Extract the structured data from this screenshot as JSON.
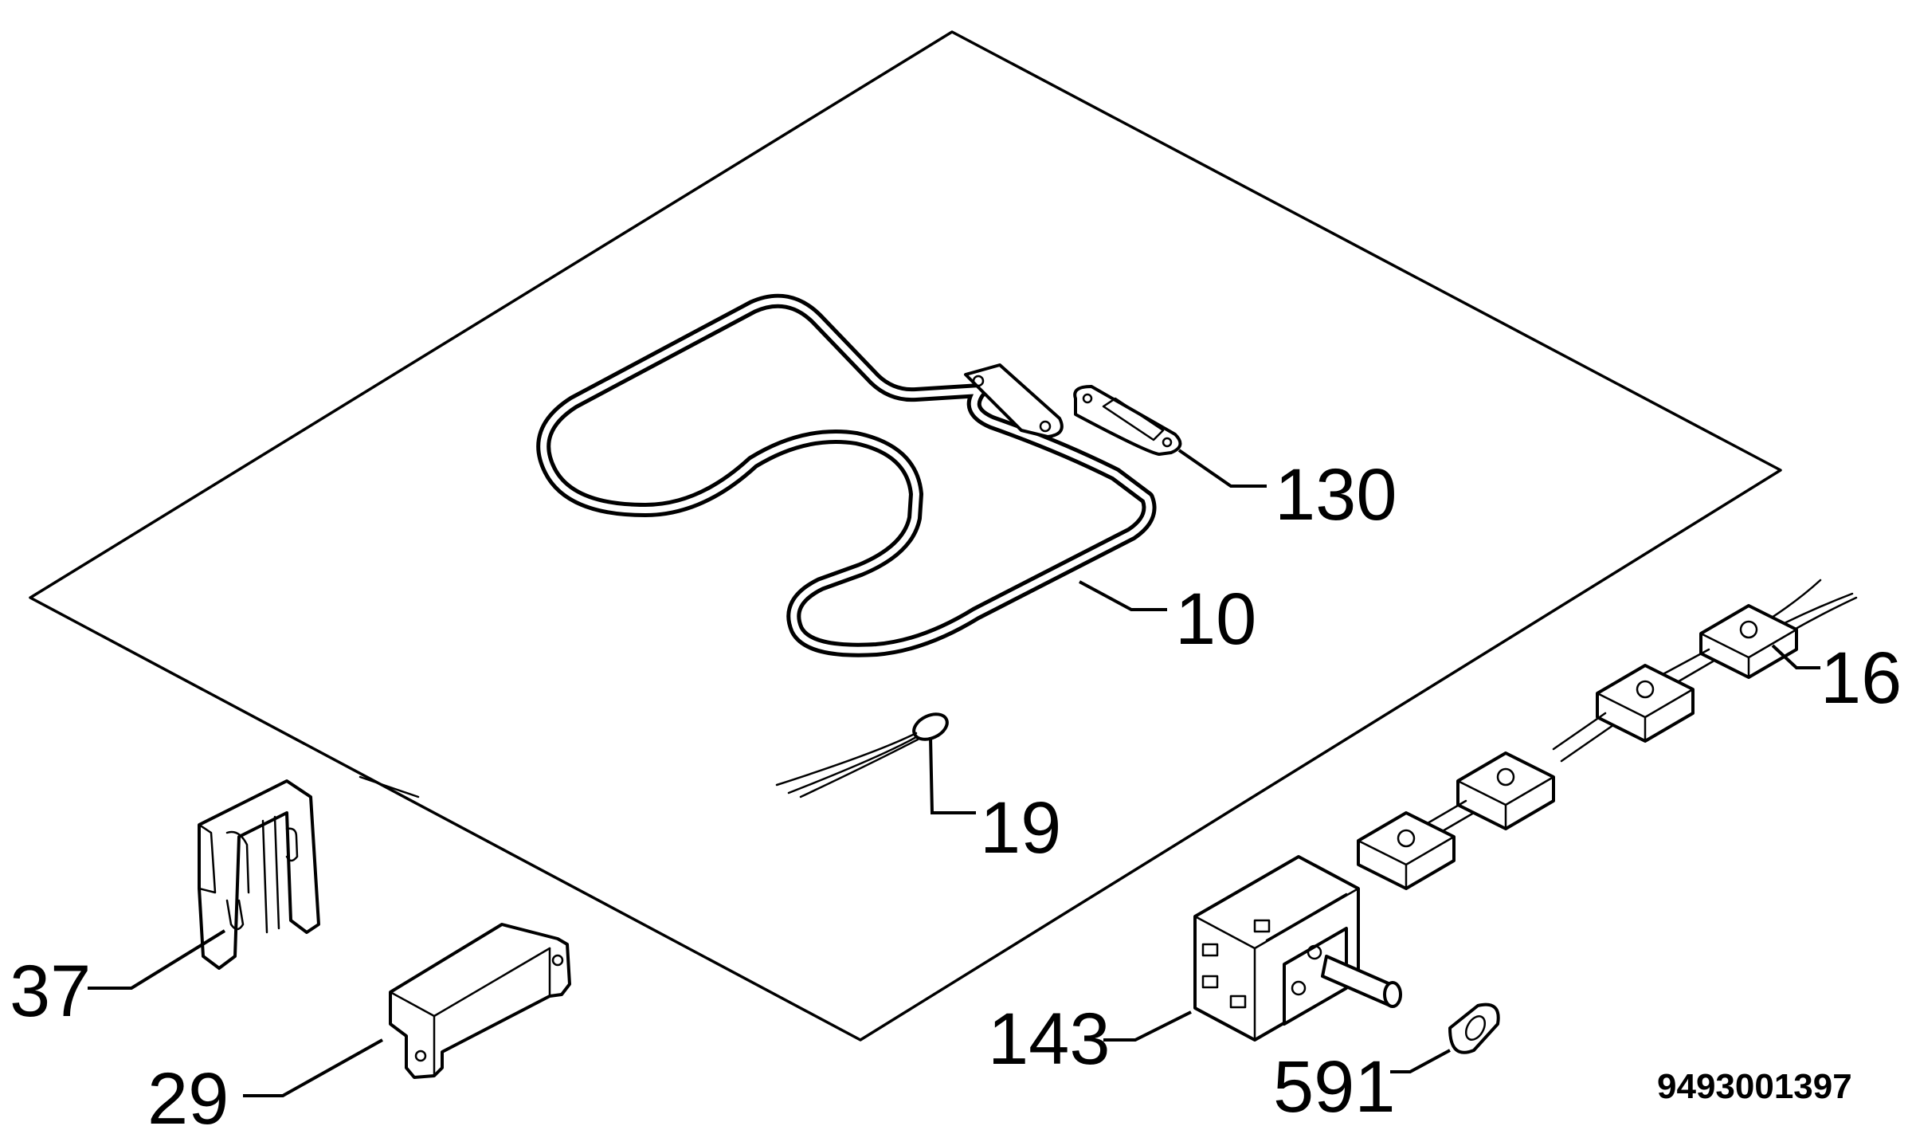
{
  "labels": {
    "p130": "130",
    "p10": "10",
    "p16": "16",
    "p19": "19",
    "p37": "37",
    "p29": "29",
    "p143": "143",
    "p591": "591"
  },
  "document_number": "9493001397"
}
